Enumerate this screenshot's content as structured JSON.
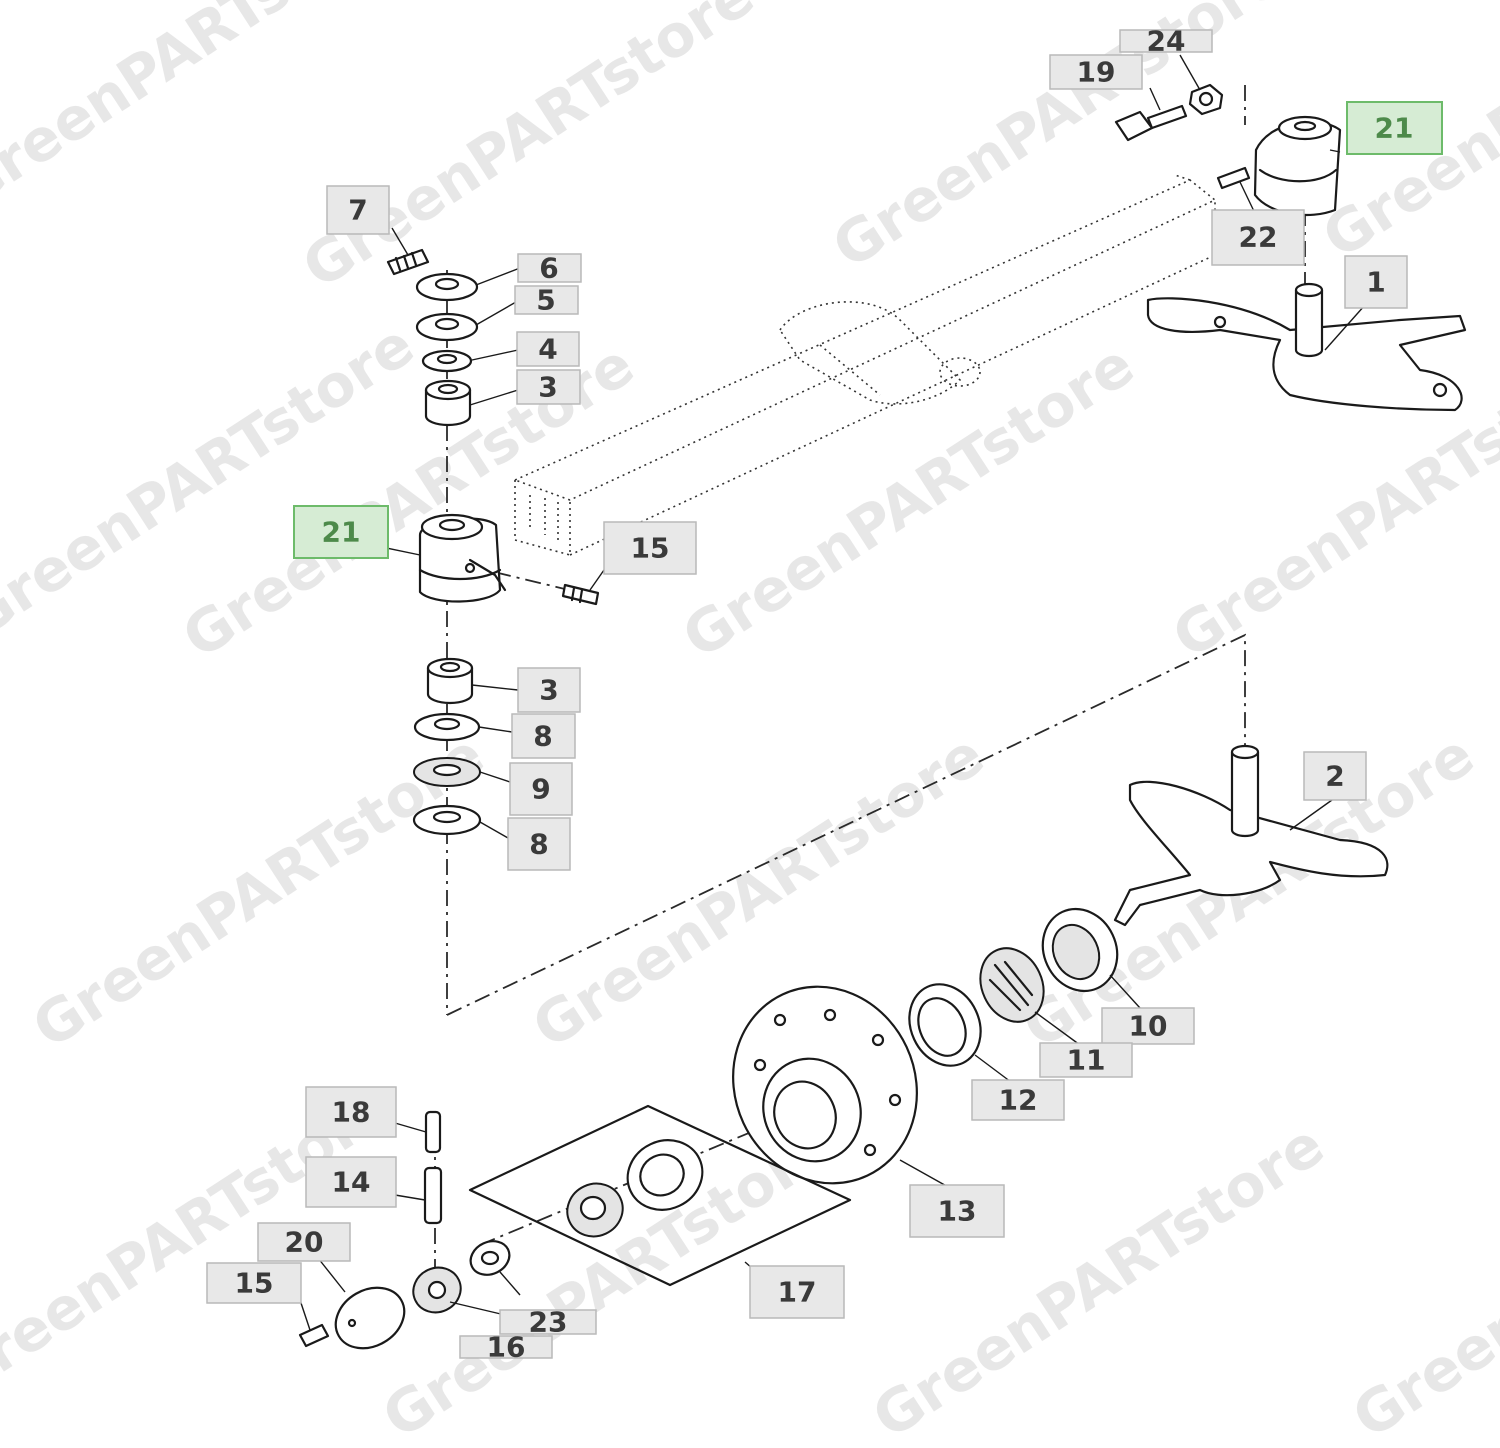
{
  "watermark_text": "GreenPARTstore",
  "callouts": [
    {
      "id": "1",
      "label": "1"
    },
    {
      "id": "2",
      "label": "2"
    },
    {
      "id": "3a",
      "label": "3"
    },
    {
      "id": "3b",
      "label": "3"
    },
    {
      "id": "4",
      "label": "4"
    },
    {
      "id": "5",
      "label": "5"
    },
    {
      "id": "6",
      "label": "6"
    },
    {
      "id": "7",
      "label": "7"
    },
    {
      "id": "8a",
      "label": "8"
    },
    {
      "id": "8b",
      "label": "8"
    },
    {
      "id": "9",
      "label": "9"
    },
    {
      "id": "10",
      "label": "10"
    },
    {
      "id": "11",
      "label": "11"
    },
    {
      "id": "12",
      "label": "12"
    },
    {
      "id": "13",
      "label": "13"
    },
    {
      "id": "14",
      "label": "14"
    },
    {
      "id": "15a",
      "label": "15"
    },
    {
      "id": "15b",
      "label": "15"
    },
    {
      "id": "16",
      "label": "16"
    },
    {
      "id": "17",
      "label": "17"
    },
    {
      "id": "18",
      "label": "18"
    },
    {
      "id": "19",
      "label": "19"
    },
    {
      "id": "20",
      "label": "20"
    },
    {
      "id": "21a",
      "label": "21"
    },
    {
      "id": "21b",
      "label": "21"
    },
    {
      "id": "22",
      "label": "22"
    },
    {
      "id": "23",
      "label": "23"
    },
    {
      "id": "24",
      "label": "24"
    }
  ],
  "highlight_color": "#6dbb6a"
}
